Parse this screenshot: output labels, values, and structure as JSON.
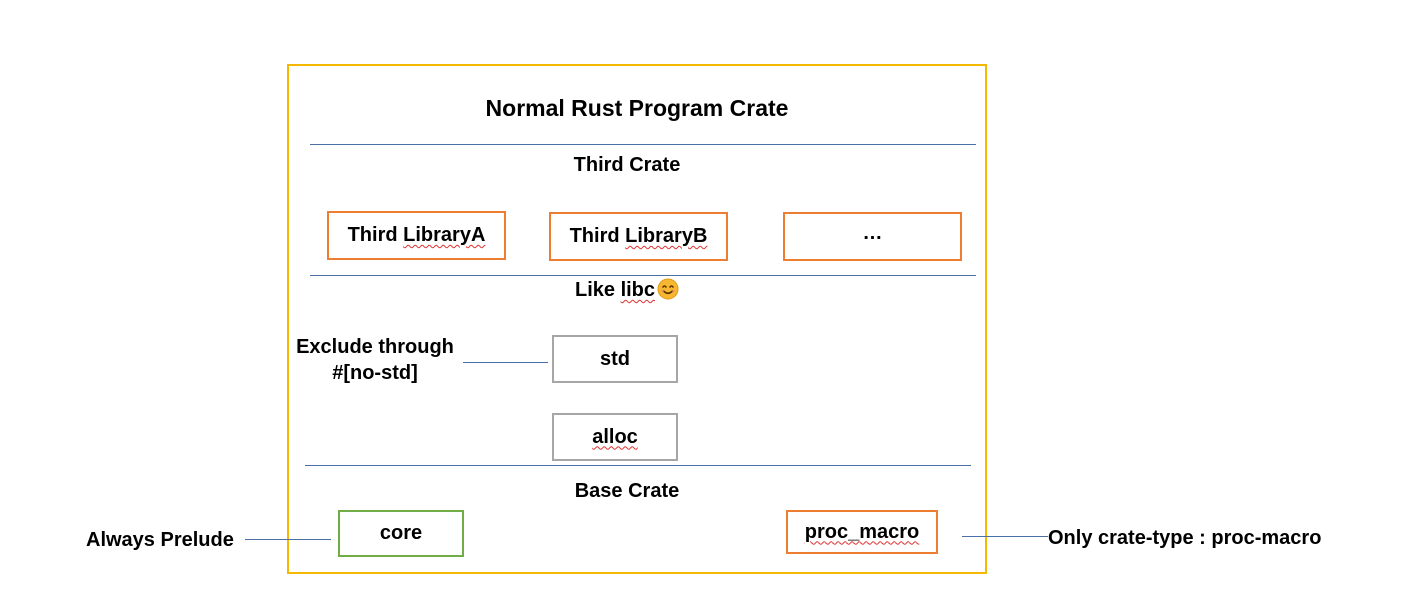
{
  "title": "Normal Rust Program  Crate",
  "sections": {
    "third": {
      "label": "Third Crate",
      "boxes": [
        "Third LibraryA",
        "Third LibraryB",
        "…"
      ]
    },
    "like_libc": {
      "label": "Like libc",
      "emoji": "smiling-face-icon",
      "boxes": [
        "std",
        "alloc"
      ]
    },
    "base": {
      "label": "Base Crate",
      "boxes": [
        "core",
        "proc_macro"
      ]
    }
  },
  "annotations": {
    "exclude_line1": "Exclude through",
    "exclude_line2": "#[no-std]",
    "always_prelude": "Always Prelude",
    "only_crate_type": "Only crate-type :  proc-macro"
  },
  "colors": {
    "frame": "#f5b800",
    "orange_box": "#ed7d31",
    "gray_box": "#a6a6a6",
    "green_box": "#70ad47",
    "line": "#4a6fa5"
  }
}
